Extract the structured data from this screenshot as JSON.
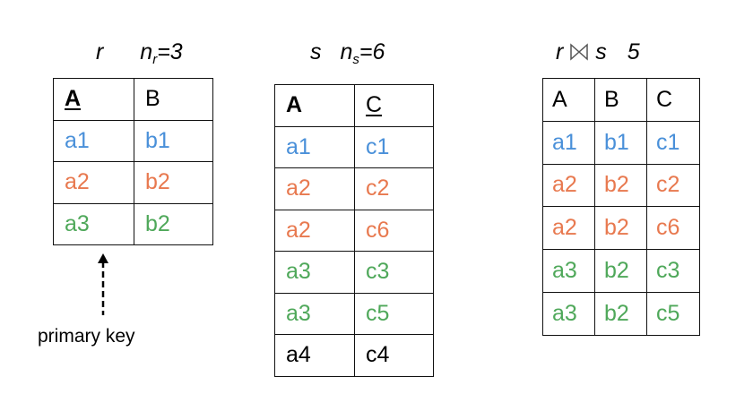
{
  "relation_r": {
    "name": "r",
    "count_label": "n",
    "count_sub": "r",
    "count_value": "=3",
    "headers": [
      "A",
      "B"
    ],
    "rows": [
      {
        "cells": [
          "a1",
          "b1"
        ],
        "color_class": "c1"
      },
      {
        "cells": [
          "a2",
          "b2"
        ],
        "color_class": "c2"
      },
      {
        "cells": [
          "a3",
          "b2"
        ],
        "color_class": "c3"
      }
    ]
  },
  "relation_s": {
    "name": "s",
    "count_label": "n",
    "count_sub": "s",
    "count_value": "=6",
    "headers": [
      "A",
      "C"
    ],
    "rows": [
      {
        "cells": [
          "a1",
          "c1"
        ],
        "color_class": "c1"
      },
      {
        "cells": [
          "a2",
          "c2"
        ],
        "color_class": "c2"
      },
      {
        "cells": [
          "a2",
          "c6"
        ],
        "color_class": "c2"
      },
      {
        "cells": [
          "a3",
          "c3"
        ],
        "color_class": "c3"
      },
      {
        "cells": [
          "a3",
          "c5"
        ],
        "color_class": "c3"
      },
      {
        "cells": [
          "a4",
          "c4"
        ],
        "color_class": "c4"
      }
    ]
  },
  "join_result": {
    "left": "r",
    "right": "s",
    "count": "5",
    "join_icon": "natural-join-icon",
    "headers": [
      "A",
      "B",
      "C"
    ],
    "rows": [
      {
        "cells": [
          "a1",
          "b1",
          "c1"
        ],
        "color_class": "c1"
      },
      {
        "cells": [
          "a2",
          "b2",
          "c2"
        ],
        "color_class": "c2"
      },
      {
        "cells": [
          "a2",
          "b2",
          "c6"
        ],
        "color_class": "c2"
      },
      {
        "cells": [
          "a3",
          "b2",
          "c3"
        ],
        "color_class": "c3"
      },
      {
        "cells": [
          "a3",
          "b2",
          "c5"
        ],
        "color_class": "c3"
      }
    ]
  },
  "annotation": {
    "label": "primary key",
    "arrow_icon": "dashed-up-arrow-icon"
  },
  "colors": {
    "a1": "#4a90d9",
    "a2": "#e8794f",
    "a3": "#4fa85a",
    "a4": "#000000"
  }
}
